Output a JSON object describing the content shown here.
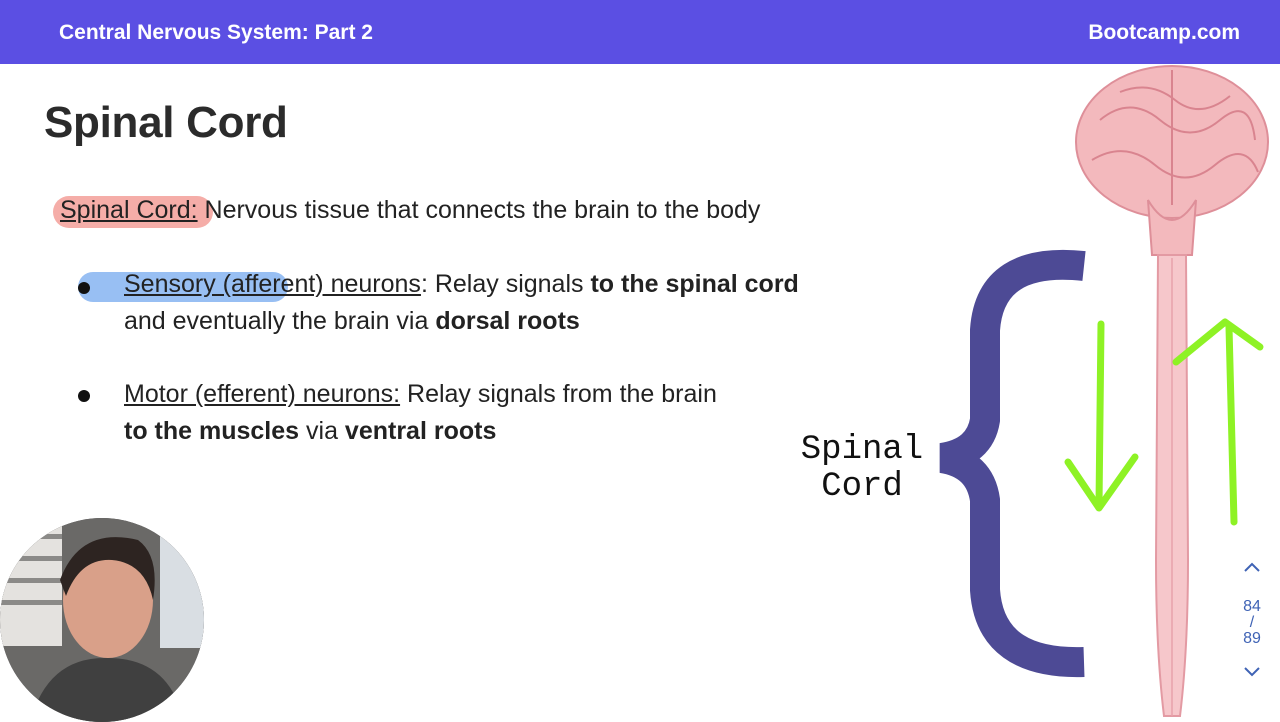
{
  "header": {
    "title": "Central Nervous System: Part 2",
    "brand": "Bootcamp.com"
  },
  "slide": {
    "title": "Spinal Cord",
    "definition": {
      "term": "Spinal Cord:",
      "text": " Nervous tissue that connects the brain to the body"
    },
    "bullets": [
      {
        "term": "Sensory (afferent) neurons",
        "text1": ": Relay signals ",
        "bold1": "to the spinal cord",
        "text2": "and eventually the brain via ",
        "bold2": "dorsal roots"
      },
      {
        "term": "Motor (efferent) neurons:",
        "text1": " Relay signals from the brain",
        "bold1": "to the muscles",
        "text2": " via ",
        "bold2": "ventral roots"
      }
    ],
    "diagram_label": {
      "line1": "Spinal",
      "line2": "Cord"
    }
  },
  "pager": {
    "up_icon": "chevron-up-icon",
    "current": "84",
    "separator": "/",
    "total": "89",
    "down_icon": "chevron-down-icon"
  },
  "colors": {
    "header_bg": "#5b4fe3",
    "highlight_red": "#f4a49e",
    "highlight_blue": "#8db8f2",
    "brace": "#4d4a95",
    "arrow": "#8ef225"
  }
}
